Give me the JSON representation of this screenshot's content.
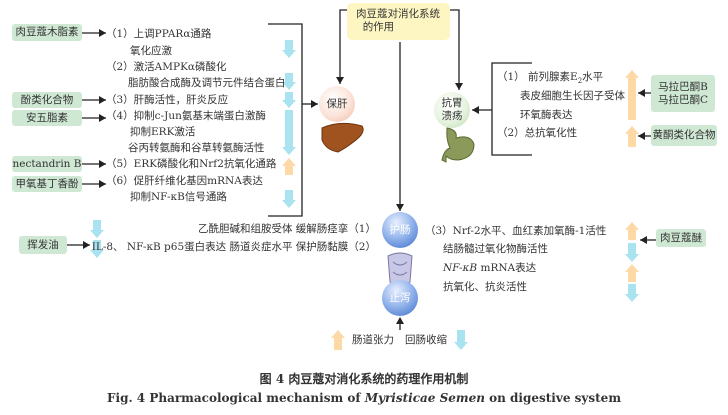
{
  "title": {
    "line1": "肉豆蔻对消化系统",
    "line2": "的作用"
  },
  "liver": {
    "label": "保肝",
    "compounds": [
      "肉豆蔻木脂素",
      "酚类化合物",
      "安五脂素",
      "nectandrin B",
      "甲氧基丁香酚"
    ],
    "lines": [
      "（1）上调PPARα通路",
      "氧化应激",
      "（2）激活AMPKα磷酸化",
      "脂肪酸合成酶及调节元件结合蛋白",
      "（3）肝酶活性，肝炎反应",
      "（4）抑制c-Jun氨基末端蛋白激酶",
      "抑制ERK激活",
      "谷丙转氨酶和谷草转氨酶活性",
      "（5）ERK磷酸化和Nrf2抗氧化通路",
      "（6）促肝纤维化基因mRNA表达",
      "抑制NF-κB信号通路"
    ]
  },
  "stomach": {
    "label1": "抗胃",
    "label2": "溃疡",
    "line1_prefix": "（1）  前列腺素E",
    "line1_sub": "2",
    "line1_suffix": "水平",
    "lines": [
      "表皮细胞生长因子受体",
      "环氧酶表达",
      "（2）总抗氧化性"
    ],
    "compound1": "马拉巴酮B",
    "compound2": "马拉巴酮C",
    "compound3": "黄酮类化合物"
  },
  "intestine": {
    "label": "护肠",
    "left_lines": [
      "乙酰胆碱和组胺受体 缓解肠痉挛（1）",
      "IL-8、 NF-κB p65蛋白表达 肠道炎症水平  保护肠黏膜（2）"
    ],
    "left_compound": "挥发油",
    "right_lines": [
      "（3）Nrf-2水平、血红素加氧酶-1活性",
      "结肠髓过氧化物酶活性",
      "NF-κB",
      "mRNA表达",
      "抗氧化、抗炎活性"
    ],
    "right_compound": "肉豆蔻醚"
  },
  "diarrhea": {
    "label": "止泻",
    "bottom1": "肠道张力",
    "bottom2": "回肠收缩"
  },
  "caption": {
    "cn": "图 4    肉豆蔻对消化系统的药理作用机制",
    "en_prefix": "Fig. 4    Pharmacological mechanism of ",
    "en_italic": "Myristicae Semen",
    "en_suffix": " on digestive system"
  },
  "colors": {
    "box": "#cfe8d4",
    "down": "#a9e3f0",
    "up": "#fdd9a8",
    "title": "#fdf6c3"
  }
}
